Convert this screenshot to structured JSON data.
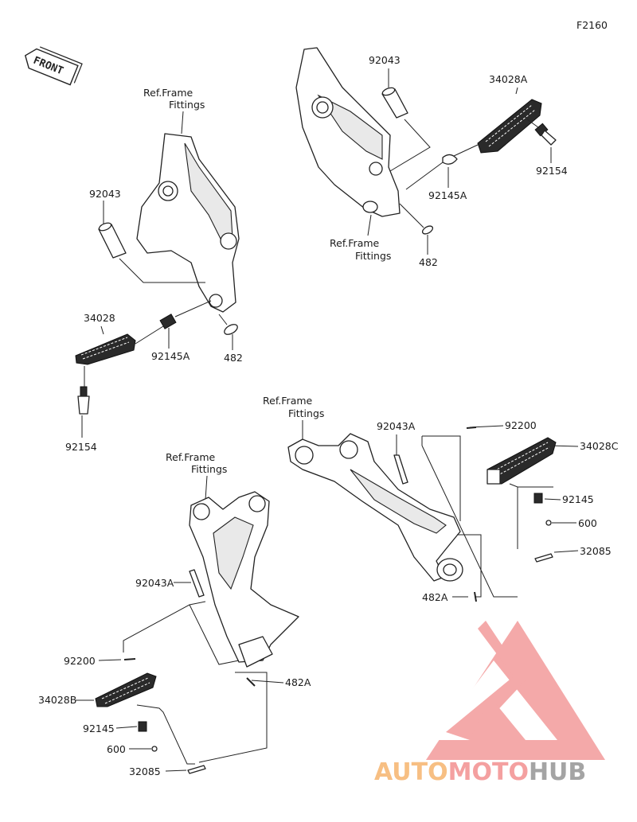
{
  "page": {
    "code": "F2160"
  },
  "front_arrow": {
    "text": "FRONT"
  },
  "labels": {
    "ref_frame_fittings": [
      "Ref.Frame",
      "Fittings"
    ],
    "p92043": "92043",
    "p34028A": "34028A",
    "p92154": "92154",
    "p92145A": "92145A",
    "p482": "482",
    "p34028": "34028",
    "p92043A": "92043A",
    "p92200": "92200",
    "p34028C": "34028C",
    "p92145": "92145",
    "p600": "600",
    "p32085": "32085",
    "p482A": "482A",
    "p34028B": "34028B"
  },
  "watermark": {
    "auto": "AUTO",
    "moto": "MOTO",
    "hub": "HUB",
    "color_auto": "#f5b06a",
    "color_moto": "#f28a8a",
    "color_hub": "#9a9a9a",
    "logo_color": "#f08a8a"
  }
}
